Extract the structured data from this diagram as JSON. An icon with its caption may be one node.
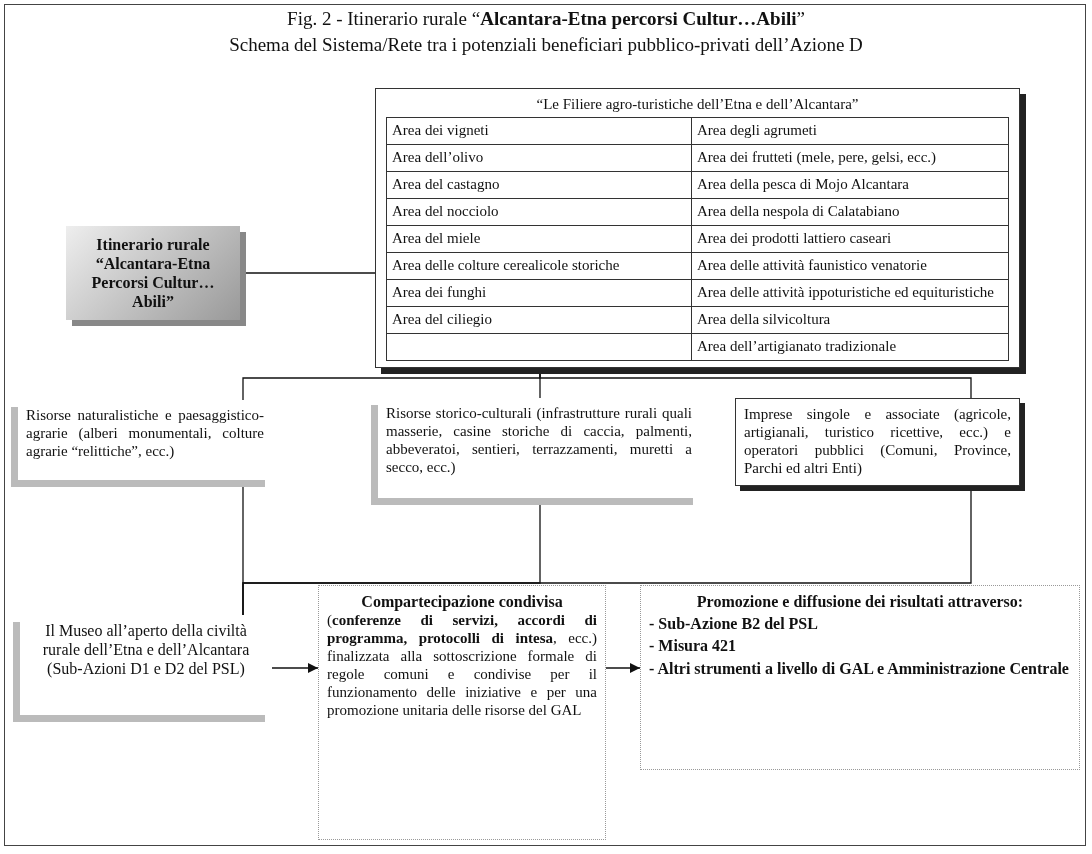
{
  "diagram": {
    "title": "Fig. 2 - Itinerario rurale “**Alcantara-Etna percorsi Cultur…Abili**”",
    "nodes": [
      {
        "text": [
          "Itinerario rurale “Alcantara-Etna Percorsi Cultur…Abili”"
        ]
      },
      {
        "text": [
          "“Le Filiere agro-turistiche dell’Etna e dell’Alcantara”",
          "Area dei vigneti",
          "Area degli agrumeti",
          "Area dell’olivo",
          "Area dei frutteti (mele, pere, gelsi, ecc.)",
          "Area del castagno",
          "Area della pesca di Mojo Alcantara",
          "Area del nocciolo",
          "Area della nespola di Calatabiano",
          "Area del miele",
          "Area dei prodotti lattiero caseari",
          "Area delle colture cerealicole storiche",
          "Area delle attività faunistico venatorie",
          "Area dei funghi",
          "Area delle attività ippoturistiche ed equituristiche",
          "Area del ciliegio",
          "Area della silvicoltura",
          "Area dell’artigianato tradizionale"
        ]
      },
      {
        "text": [
          "Risorse naturalistiche e paesaggistico-agrarie (alberi monumentali, colture agrarie “relittiche”, ecc.)"
        ]
      },
      {
        "text": [
          "Risorse storico-culturali (infrastrutture rurali quali masserie, casine storiche di caccia, palmenti, abbeveratoi, sentieri, terrazzamenti, muretti a secco, ecc.)"
        ]
      },
      {
        "text": [
          "Imprese singole e associate (agricole, artigianali, turistico ricettive, ecc.) e operatori pubblici (Comuni, Province, Parchi ed altri Enti)"
        ]
      },
      {
        "text": [
          "Il Museo all’aperto della civiltà rurale dell’Etna e dell’Alcantara (Sub-Azioni D1 e D2 del PSL)"
        ]
      },
      {
        "text": [
          "Compartecipazione condivisa",
          "(**conferenze di servizi, accordi di programma, protocolli di intesa**, ecc.) finalizzata alla sottoscrizione formale di regole comuni e condivise per il funzionamento delle iniziative e per una promozione unitaria delle risorse del GAL"
        ]
      },
      {
        "text": [
          "Promozione e diffusione dei risultati attraverso:",
          "- Sub-Azione B2 del PSL",
          "- Misura 421",
          "- Altri strumenti a livello di GAL e Amministrazione Centrale"
        ]
      }
    ],
    "edges": [
      {
        "from": 0,
        "to": 1,
        "arrow": "none"
      },
      {
        "from": 1,
        "to": 2,
        "arrow": "none"
      },
      {
        "from": 1,
        "to": 3,
        "arrow": "none"
      },
      {
        "from": 1,
        "to": 4,
        "arrow": "none"
      },
      {
        "from": 2,
        "to": 5,
        "arrow": "none"
      },
      {
        "from": 3,
        "to": 5,
        "arrow": "none"
      },
      {
        "from": 4,
        "to": 5,
        "arrow": "none"
      },
      {
        "from": 5,
        "to": 6,
        "arrow": "to"
      },
      {
        "from": 6,
        "to": 7,
        "arrow": "to"
      }
    ],
    "labels": [
      "Schema del Sistema/Rete tra i potenziali beneficiari pubblico-privati dell’Azione D"
    ]
  }
}
